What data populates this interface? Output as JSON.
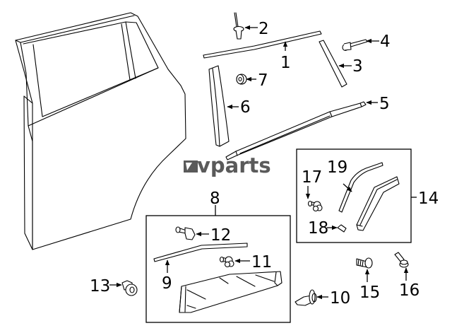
{
  "diagram": {
    "title": "Rear door moldings exploded parts diagram",
    "watermark": "vparts",
    "colors": {
      "line": "#000000",
      "watermark": "#5a5a5a",
      "background": "#ffffff"
    },
    "callouts": [
      {
        "id": "1",
        "label": "1"
      },
      {
        "id": "2",
        "label": "2"
      },
      {
        "id": "3",
        "label": "3"
      },
      {
        "id": "4",
        "label": "4"
      },
      {
        "id": "5",
        "label": "5"
      },
      {
        "id": "6",
        "label": "6"
      },
      {
        "id": "7",
        "label": "7"
      },
      {
        "id": "8",
        "label": "8"
      },
      {
        "id": "9",
        "label": "9"
      },
      {
        "id": "10",
        "label": "10"
      },
      {
        "id": "11",
        "label": "11"
      },
      {
        "id": "12",
        "label": "12"
      },
      {
        "id": "13",
        "label": "13"
      },
      {
        "id": "14",
        "label": "14"
      },
      {
        "id": "15",
        "label": "15"
      },
      {
        "id": "16",
        "label": "16"
      },
      {
        "id": "17",
        "label": "17"
      },
      {
        "id": "18",
        "label": "18"
      },
      {
        "id": "19",
        "label": "19"
      }
    ]
  }
}
